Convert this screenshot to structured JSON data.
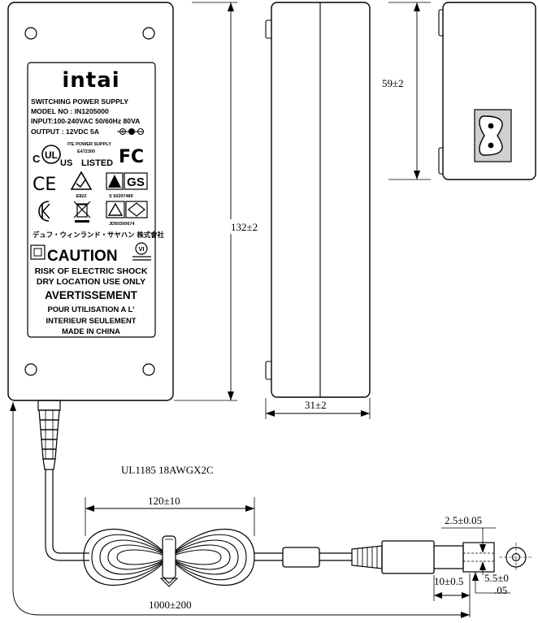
{
  "label": {
    "brand": "intai",
    "line1": "SWITCHING POWER SUPPLY",
    "line2": "MODEL NO : IN1205000",
    "line3": "INPUT:100-240VAC 50/60Hz 80VA",
    "line4": "OUTPUT : 12VDC 5A",
    "ul_small1": "ITE POWER SUPPLY",
    "ul_small2": "E472300",
    "ul_listed": "LISTED",
    "ul_c": "C",
    "ul_us": "US",
    "ul_mark": "UL",
    "fc_mark": "FC",
    "ce_mark": "CE",
    "e822": "E822",
    "gs_mark": "GS",
    "s_number": "S 50297489",
    "jd_number": "JD50300674",
    "japanese_line": "デュフ・ウィンランド・サヤハン 株式會社",
    "vi_mark": "VI",
    "caution": "CAUTION",
    "warn1": "RISK OF ELECTRIC SHOCK",
    "warn2": "DRY LOCATION USE ONLY",
    "avert": "AVERTISSEMENT",
    "fr1": "POUR UTILISATION A L'",
    "fr2": "INTERIEUR SEULEMENT",
    "made": "MADE IN CHINA"
  },
  "dimensions": {
    "height": "132±2",
    "thickness": "31±2",
    "inlet_height": "59±2",
    "cable_spec": "UL1185 18AWGX2C",
    "coil_length": "120±10",
    "total_length": "1000±200",
    "plug_inner": "2.5±0.05",
    "plug_length": "10±0.5",
    "plug_outer_a": "5.5±0",
    "plug_outer_b": ".05"
  }
}
